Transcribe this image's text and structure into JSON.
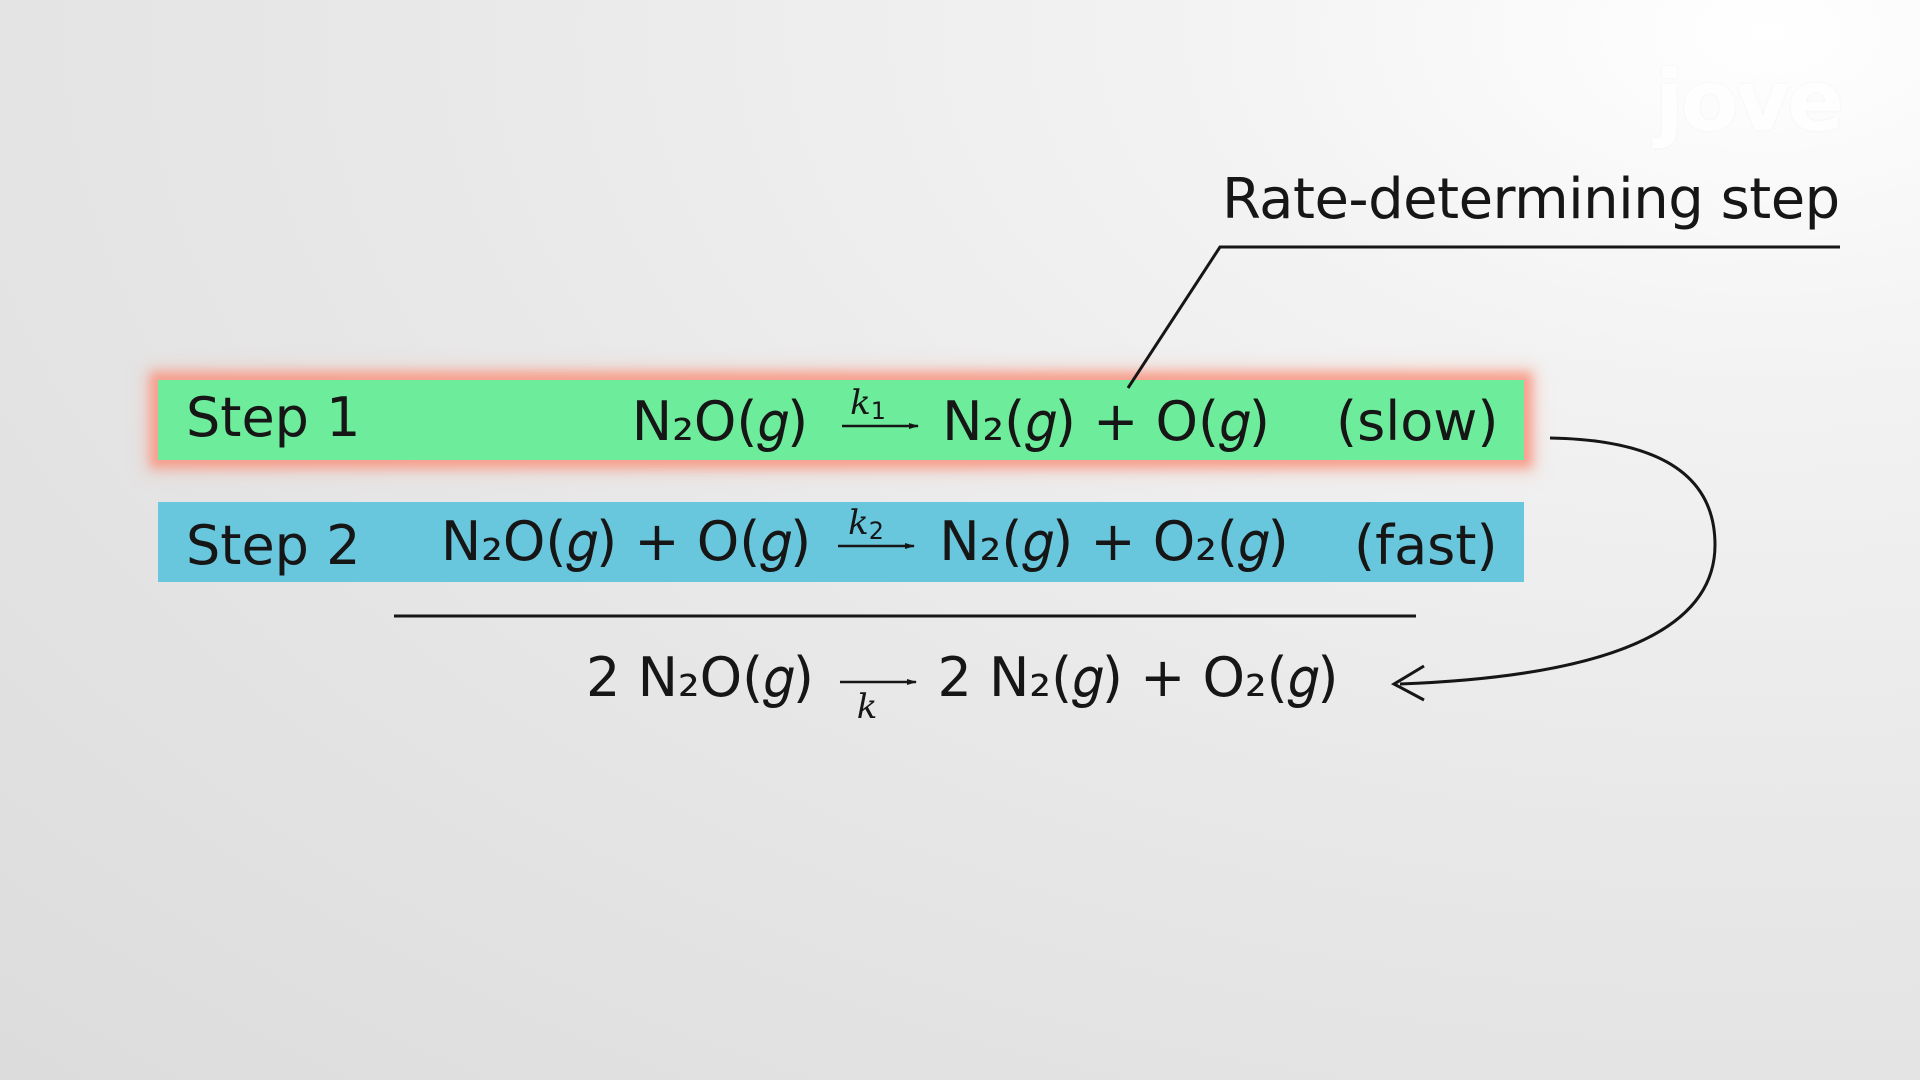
{
  "logo": {
    "text": "jove"
  },
  "annotation": {
    "label": "Rate-determining step"
  },
  "steps": [
    {
      "label": "Step 1",
      "reactants": "N₂O(𝑔)",
      "rate_constant": "k",
      "rate_constant_sub": "1",
      "products": "N₂(𝑔) + O(𝑔)",
      "speed": "(slow)",
      "band_color": "#6dec9b",
      "highlight_color": "#f89682"
    },
    {
      "label": "Step 2",
      "reactants": "N₂O(𝑔) + O(𝑔)",
      "rate_constant": "k",
      "rate_constant_sub": "2",
      "products": "N₂(𝑔) + O₂(𝑔)",
      "speed": "(fast)",
      "band_color": "#68c7dd"
    }
  ],
  "overall": {
    "reactants": "2 N₂O(𝑔)",
    "rate_constant": "k",
    "products": "2 N₂(𝑔) + O₂(𝑔)"
  }
}
